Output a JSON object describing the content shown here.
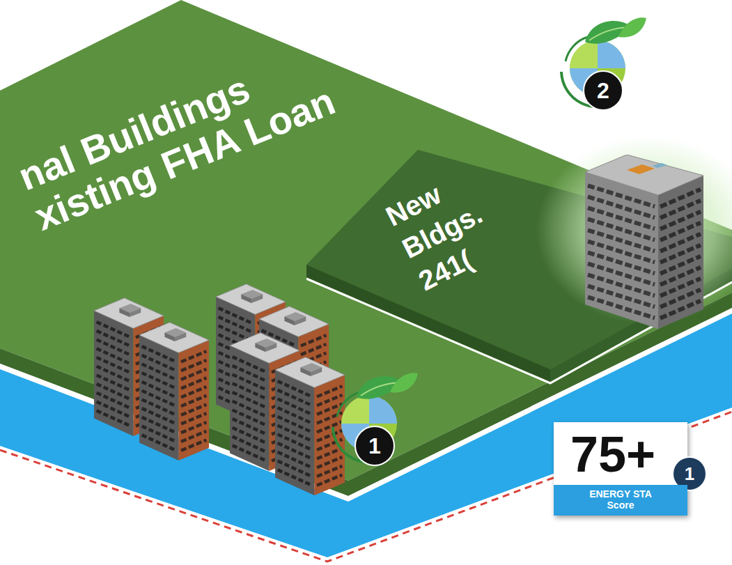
{
  "diagram": {
    "nodes": [
      {
        "text": [
          "nal Buildings xisting FHA Loan"
        ]
      },
      {
        "text": [
          "New Bldgs. 241("
        ],
        "in": 0
      },
      {
        "text": [
          "75+",
          "ENERGY STA Score"
        ]
      }
    ],
    "labels": [
      "2",
      "1",
      "1"
    ]
  }
}
